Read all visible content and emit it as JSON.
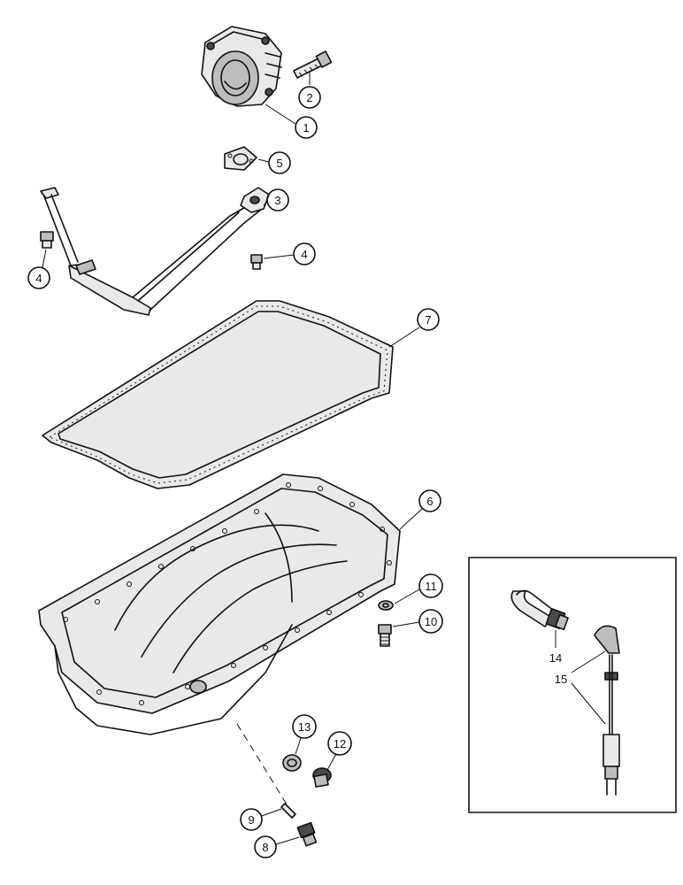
{
  "callouts": [
    {
      "id": "1",
      "label": "1"
    },
    {
      "id": "2",
      "label": "2"
    },
    {
      "id": "3",
      "label": "3"
    },
    {
      "id": "4a",
      "label": "4"
    },
    {
      "id": "4b",
      "label": "4"
    },
    {
      "id": "5",
      "label": "5"
    },
    {
      "id": "6",
      "label": "6"
    },
    {
      "id": "7",
      "label": "7"
    },
    {
      "id": "8",
      "label": "8"
    },
    {
      "id": "9",
      "label": "9"
    },
    {
      "id": "10",
      "label": "10"
    },
    {
      "id": "11",
      "label": "11"
    },
    {
      "id": "12",
      "label": "12"
    },
    {
      "id": "13",
      "label": "13"
    }
  ],
  "inset": {
    "labels": [
      "14",
      "15"
    ]
  },
  "colors": {
    "ink": "#111111",
    "background": "#ffffff"
  }
}
